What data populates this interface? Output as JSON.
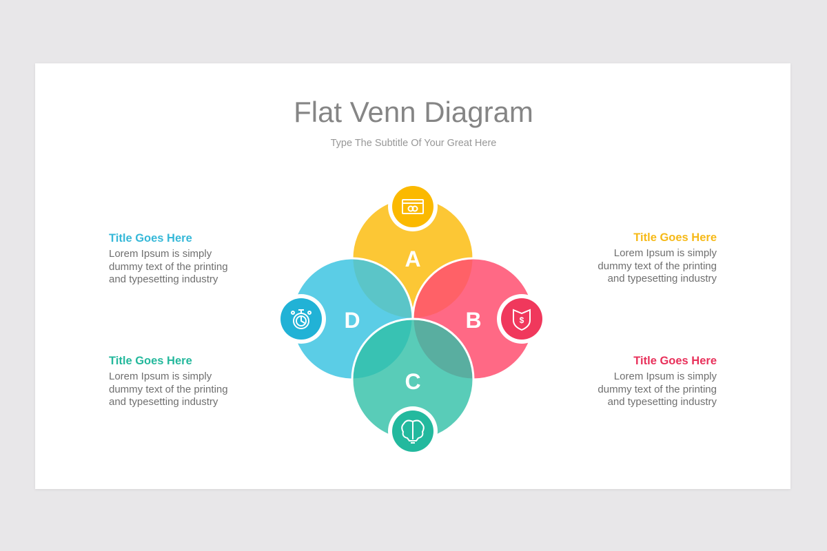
{
  "header": {
    "title": "Flat Venn Diagram",
    "subtitle": "Type The Subtitle Of Your Great Here"
  },
  "colors": {
    "a": "#fcc42a",
    "b": "#ff5a78",
    "c": "#3fc9b2",
    "d": "#3ec4e2",
    "a_icon": "#fbb900",
    "b_icon": "#f0385c",
    "c_icon": "#23b99e",
    "d_icon": "#21b2d6"
  },
  "venn": [
    {
      "letter": "A",
      "icon": "credit-card-icon"
    },
    {
      "letter": "B",
      "icon": "shield-dollar-icon"
    },
    {
      "letter": "C",
      "icon": "brain-bulb-icon"
    },
    {
      "letter": "D",
      "icon": "stopwatch-icon"
    }
  ],
  "blocks": {
    "top_left": {
      "title": "Title Goes Here",
      "lines": [
        "Lorem Ipsum is simply",
        "dummy text of the printing",
        "and typesetting industry"
      ]
    },
    "top_right": {
      "title": "Title Goes Here",
      "lines": [
        "Lorem Ipsum is simply",
        "dummy text of the printing",
        "and typesetting industry"
      ]
    },
    "bottom_left": {
      "title": "Title Goes Here",
      "lines": [
        "Lorem Ipsum is simply",
        "dummy text of the printing",
        "and typesetting industry"
      ]
    },
    "bottom_right": {
      "title": "Title Goes Here",
      "lines": [
        "Lorem Ipsum is simply",
        "dummy text of the printing",
        "and typesetting industry"
      ]
    }
  }
}
